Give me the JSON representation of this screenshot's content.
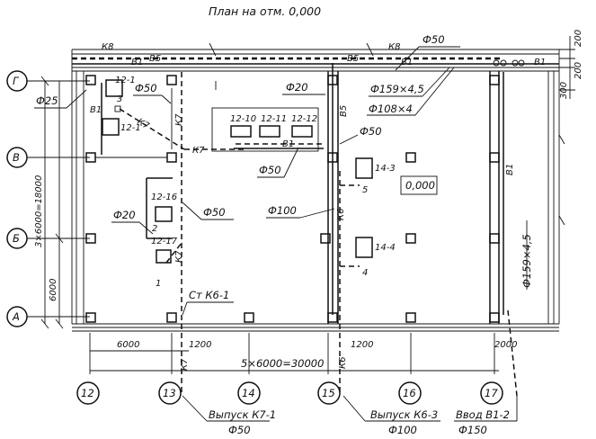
{
  "title": "План на отм. 0,000",
  "axes": {
    "columns": [
      "12",
      "13",
      "14",
      "15",
      "16",
      "17"
    ],
    "rows": [
      "Г",
      "В",
      "Б",
      "А"
    ]
  },
  "dimensions": {
    "top_right": [
      "200",
      "200",
      "300"
    ],
    "left": [
      "3×6000=18000",
      "6000"
    ],
    "bottom": [
      "6000",
      "1200",
      "5×6000=30000",
      "1200",
      "2000"
    ]
  },
  "pipes": {
    "k8_left": "К8",
    "k8_right": "К8",
    "b5_a": "В5",
    "b5_b": "В5",
    "b5_c": "В5",
    "b1_a": "В1",
    "b1_b": "В1",
    "b1_c": "В1",
    "b1_d": "В1",
    "b1_e": "В1",
    "k7_a": "К7",
    "k7_b": "К7",
    "k7_c": "К7",
    "k7_d": "К7",
    "k7_e": "К7",
    "k6_a": "К6",
    "k6_b": "К6",
    "d50_top": "Ф50",
    "d159": "Ф159×4,5",
    "d108": "Ф108×4",
    "d25": "Ф25",
    "d50_a": "Ф50",
    "d20_a": "Ф20",
    "d50_b": "Ф50",
    "d50_c": "Ф50",
    "d50_d": "Ф50",
    "d20_b": "Ф20",
    "d100": "Ф100",
    "d159_v": "Ф159×4,5"
  },
  "equipment": {
    "e12_1a": "12-1",
    "e12_1b": "12-1",
    "e3": "3",
    "e12_10": "12-10",
    "e12_11": "12-11",
    "e12_12": "12-12",
    "e12_16": "12-16",
    "e12_17": "12-17",
    "e2": "2",
    "e1": "1",
    "e14_3": "14-3",
    "e14_4": "14-4",
    "e5": "5",
    "e4": "4",
    "elev": "0,000",
    "stk6": "Ст К6-1"
  },
  "outlets": {
    "k7": "Выпуск К7-1",
    "k7_d": "Ф50",
    "k6": "Выпуск К6-3",
    "k6_d": "Ф100",
    "b1": "Ввод В1-2",
    "b1_d": "Ф150"
  }
}
